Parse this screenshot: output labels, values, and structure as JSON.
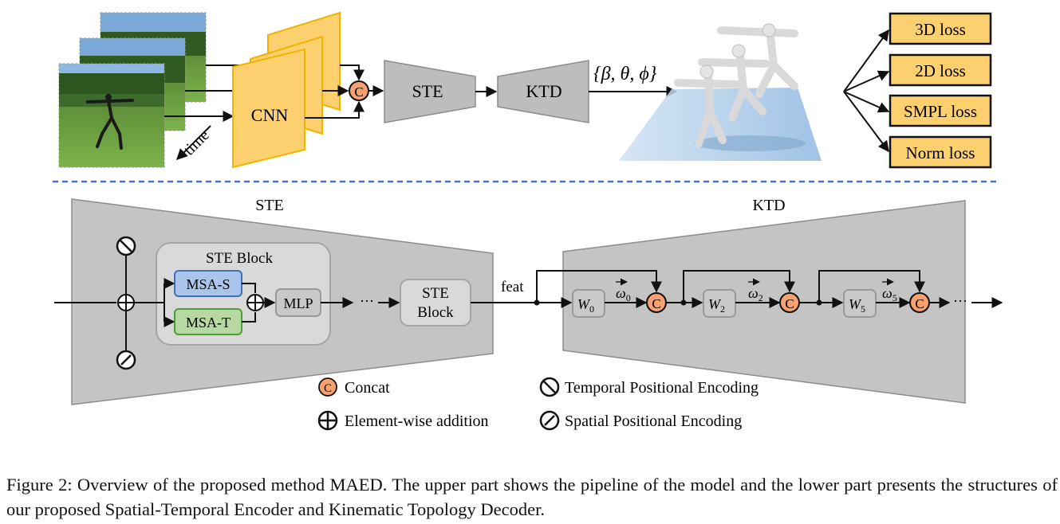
{
  "upper": {
    "time_label": "time",
    "cnn_label": "CNN",
    "concat_letter": "C",
    "ste_label": "STE",
    "ktd_label": "KTD",
    "params_label": "{β, θ, ϕ}",
    "losses": [
      "3D loss",
      "2D loss",
      "SMPL loss",
      "Norm loss"
    ]
  },
  "lower": {
    "ste_title": "STE",
    "ktd_title": "KTD",
    "ste_block_title": "STE Block",
    "msa_s": "MSA-S",
    "msa_t": "MSA-T",
    "mlp": "MLP",
    "ellipsis": "···",
    "ste_block2_line1": "STE",
    "ste_block2_line2": "Block",
    "feat": "feat",
    "weights": [
      "W",
      "W",
      "W"
    ],
    "weight_subs": [
      "0",
      "2",
      "5"
    ],
    "omegas": [
      "ω",
      "ω",
      "ω"
    ],
    "omega_subs": [
      "0",
      "2",
      "5"
    ]
  },
  "legend": {
    "concat": "Concat",
    "elementwise": "Element-wise addition",
    "temporal": "Temporal Positional Encoding",
    "spatial": "Spatial Positional Encoding"
  },
  "caption": "Figure 2: Overview of the proposed method MAED. The upper part shows the pipeline of the model and the lower part presents the structures of our proposed Spatial-Temporal Encoder and Kinematic Topology Decoder.",
  "colors": {
    "cnn_fill": "#fcd06f",
    "cnn_stroke": "#f0b400",
    "concat_fill": "#f7a26e",
    "gray_block": "#bdbdbd",
    "trapezoid": "#c4c4c4",
    "loss_fill": "#fcd06f",
    "msa_s_fill": "#a9c6ea",
    "msa_t_fill": "#b5d9a0",
    "dash_line": "#4a74c9",
    "blue_plane": "#a8c8e6"
  }
}
